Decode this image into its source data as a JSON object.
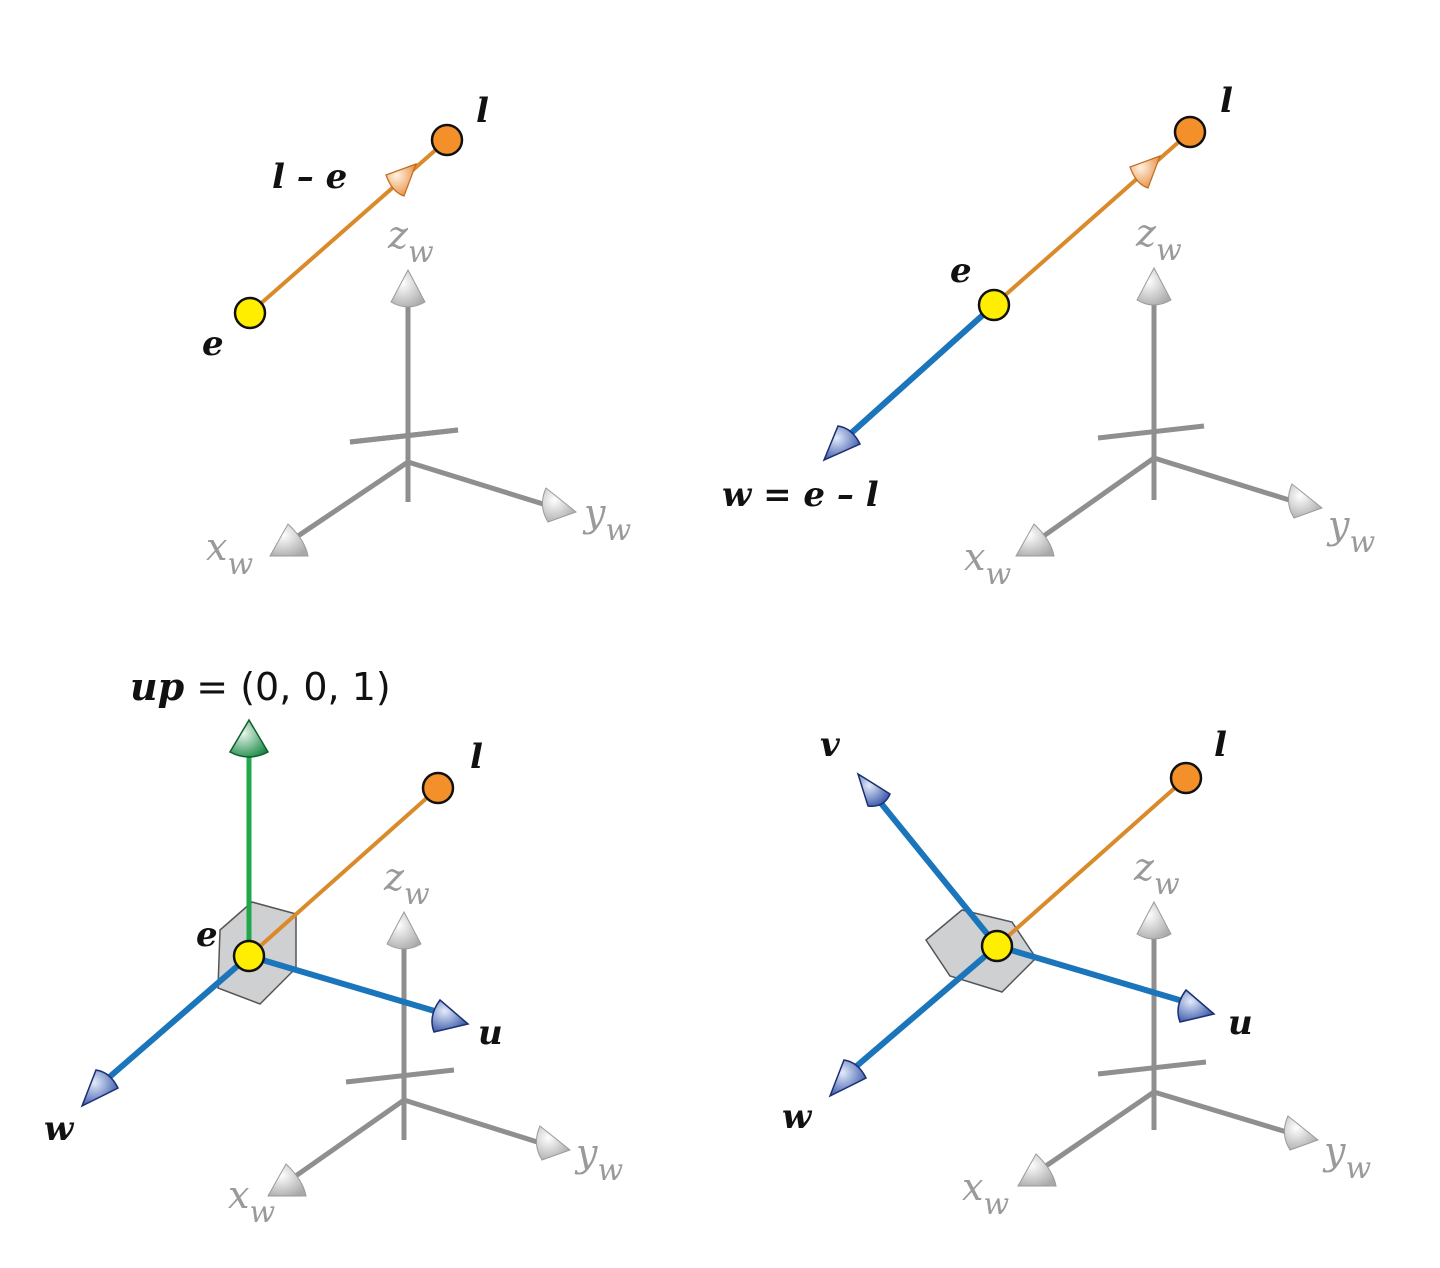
{
  "colors": {
    "world_axis": "#8f8f90",
    "arrow_gray": "#d2d2d2",
    "look_line": "#d98a2b",
    "eye_point": "#ffee00",
    "look_point": "#f39029",
    "camera_axis": "#1a75bb",
    "up_vector": "#1fa84a",
    "plane": "#cfd0d2"
  },
  "axes": {
    "x": "x",
    "y": "y",
    "z": "z",
    "subscript": "w"
  },
  "labels": {
    "eye": "e",
    "look": "l",
    "l_minus_e": "l – e",
    "w_eq": "w = e – l",
    "up_name": "up",
    "up_eq": " = (0, 0, 1)",
    "w": "w",
    "u": "u",
    "v": "v"
  },
  "panels": [
    {
      "name": "panel-look-vector"
    },
    {
      "name": "panel-w-vector"
    },
    {
      "name": "panel-up-vector"
    },
    {
      "name": "panel-camera-frame"
    }
  ]
}
